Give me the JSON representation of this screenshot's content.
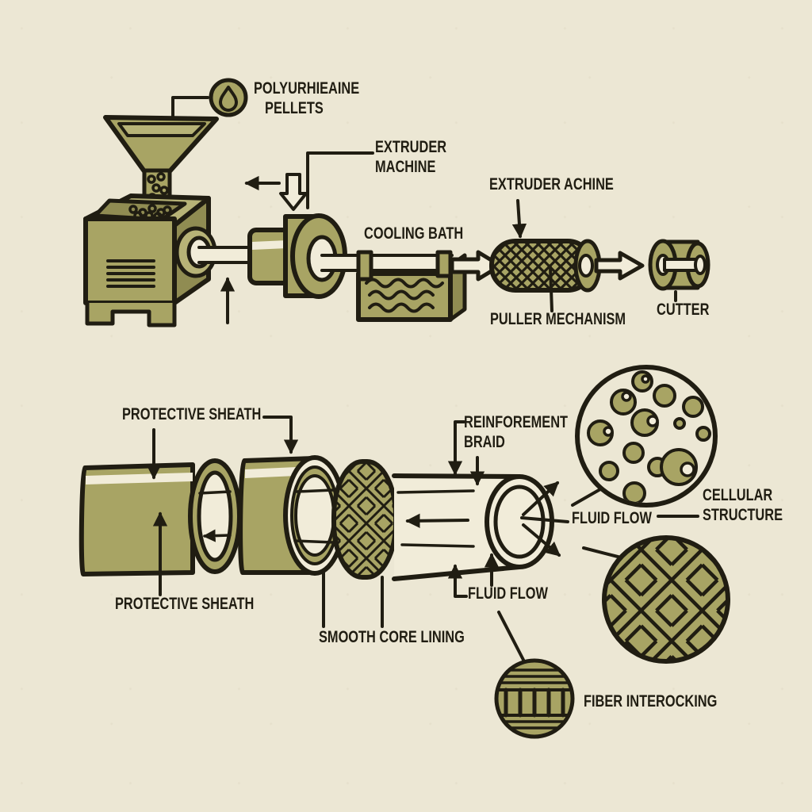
{
  "colors": {
    "bg": "#ece7d4",
    "ink": "#201d12",
    "olive": "#a8a464",
    "olive_light": "#b7b377",
    "olive_dark": "#908c52",
    "cream": "#f1ecd9"
  },
  "top_section": {
    "pellets": {
      "line1": "POLYURHIEAINE",
      "line2": "PELLETS"
    },
    "extruder_machine": {
      "line1": "EXTRUDER",
      "line2": "MACHINE"
    },
    "cooling_bath": "COOLING BATH",
    "extruder_achine": "EXTRUDER ACHINE",
    "puller_mechanism": "PULLER MECHANISM",
    "cutter": "CUTTER"
  },
  "bottom_section": {
    "protective_sheath_top": "PROTECTIVE SHEATH",
    "protective_sheath_bottom": "PROTECTIVE SHEATH",
    "reinforcement_braid": {
      "line1": "REINFOREMENT",
      "line2": "BRAID"
    },
    "smooth_core_lining": "SMOOTH CORE LINING",
    "fluid_flow_right": "FLUID FLOW",
    "fluid_flow_bottom": "FLUID FLOW",
    "cellular_structure": {
      "line1": "CELLULAR",
      "line2": "STRUCTURE"
    },
    "fiber_interlocking": "FIBER INTEROCKING"
  },
  "icons": {
    "droplet": "droplet-icon"
  }
}
